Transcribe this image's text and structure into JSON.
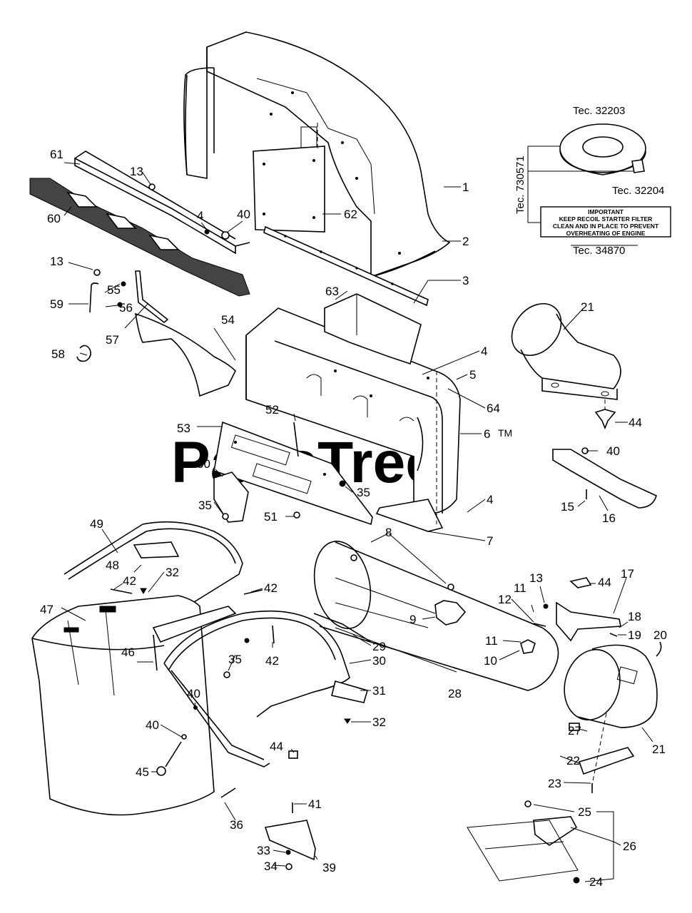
{
  "watermark": {
    "text": "PartsTree",
    "trademark": "TM"
  },
  "decal_kit": {
    "filter_part": "Tec. 32203",
    "clip_part": "Tec. 32204",
    "kit_part": "Tec. 730571",
    "decal_part": "Tec. 34870",
    "decal_lines": [
      "IMPORTANT",
      "KEEP RECOIL STARTER FILTER",
      "CLEAN AND IN PLACE TO PREVENT",
      "OVERHEATING OF ENGINE"
    ]
  },
  "callouts": [
    "1",
    "2",
    "3",
    "4",
    "4",
    "4",
    "5",
    "6",
    "7",
    "8",
    "8",
    "9",
    "10",
    "11",
    "11",
    "12",
    "13",
    "13",
    "13",
    "15",
    "16",
    "17",
    "18",
    "19",
    "20",
    "21",
    "21",
    "22",
    "23",
    "24",
    "25",
    "26",
    "27",
    "28",
    "29",
    "30",
    "31",
    "32",
    "32",
    "33",
    "34",
    "35",
    "35",
    "35",
    "36",
    "39",
    "40",
    "40",
    "40",
    "40",
    "40",
    "41",
    "42",
    "42",
    "42",
    "44",
    "44",
    "44",
    "45",
    "46",
    "47",
    "48",
    "49",
    "50",
    "51",
    "52",
    "53",
    "54",
    "55",
    "56",
    "57",
    "58",
    "59",
    "60",
    "61",
    "62",
    "63",
    "64"
  ]
}
